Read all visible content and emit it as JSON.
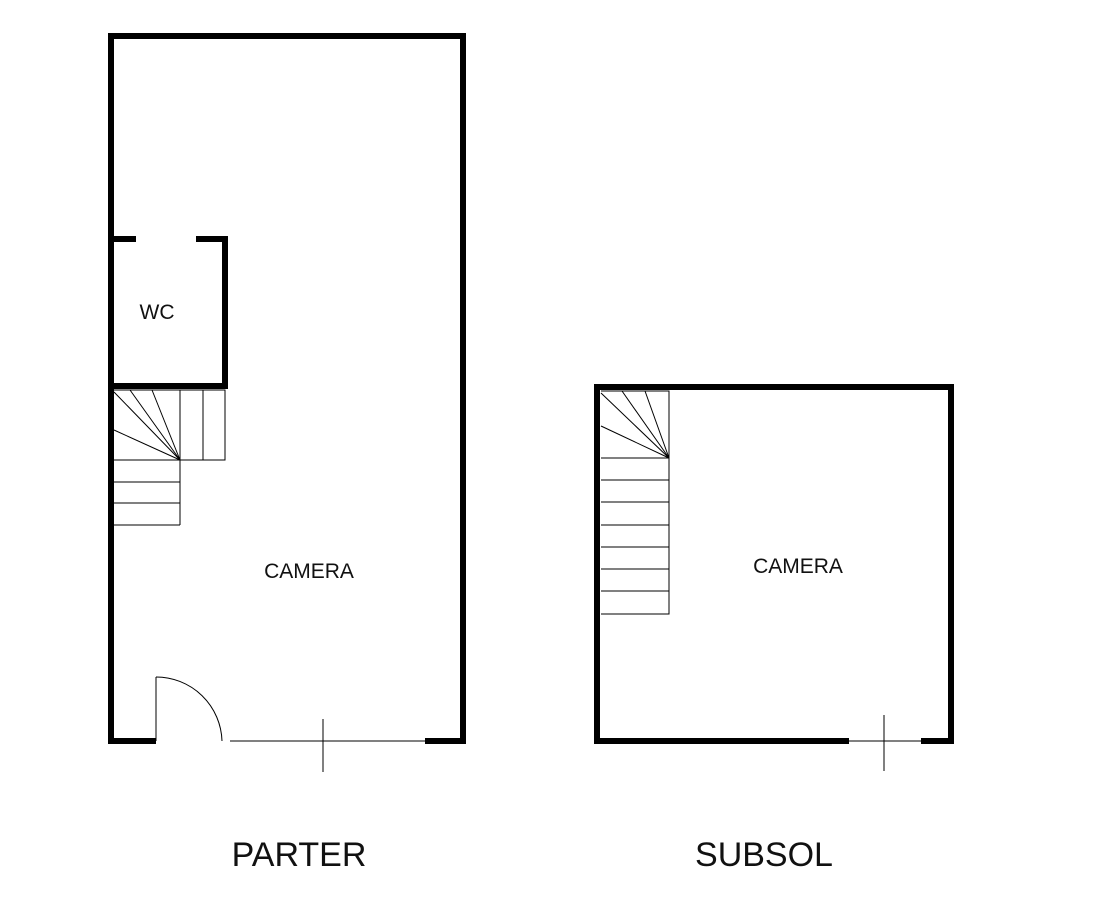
{
  "floors": [
    {
      "name": "PARTER",
      "rooms": [
        {
          "label": "WC"
        },
        {
          "label": "CAMERA"
        }
      ]
    },
    {
      "name": "SUBSOL",
      "rooms": [
        {
          "label": "CAMERA"
        }
      ]
    }
  ]
}
